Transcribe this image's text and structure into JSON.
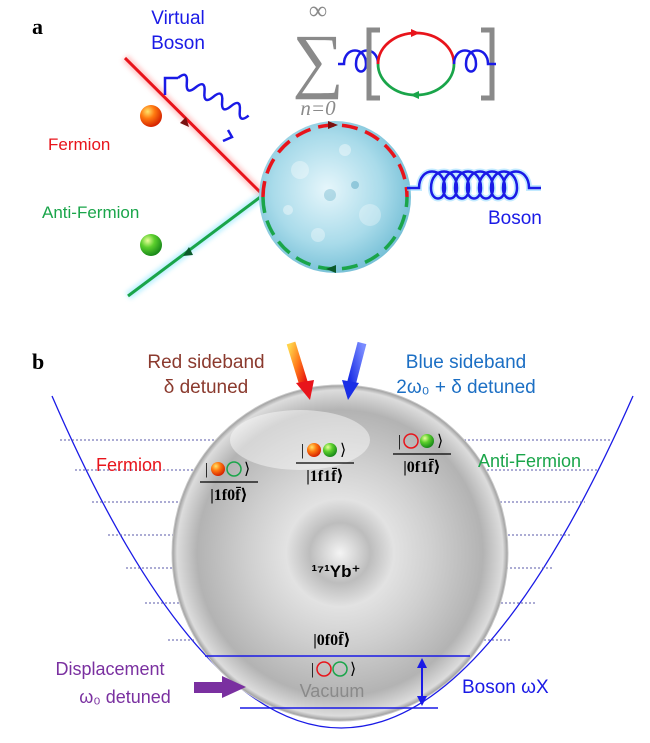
{
  "panel_a": {
    "label": "a",
    "virtual_boson_line1": "Virtual",
    "virtual_boson_line2": "Boson",
    "fermion": "Fermion",
    "anti_fermion": "Anti-Fermion",
    "boson": "Boson",
    "sum_upper": "∞",
    "sum_symbol": "∑",
    "sum_lower": "n=0"
  },
  "panel_b": {
    "label": "b",
    "red_sideband_line1": "Red sideband",
    "red_sideband_line2": "δ detuned",
    "blue_sideband_line1": "Blue sideband",
    "blue_sideband_line2": "2ω₀ + δ detuned",
    "fermion": "Fermion",
    "anti_fermion": "Anti-Fermion",
    "state_10": "|1f0f̄⟩",
    "state_11": "|1f1f̄⟩",
    "state_01": "|0f1f̄⟩",
    "state_00": "|0f0f̄⟩",
    "ion": "¹⁷¹Yb⁺",
    "vacuum": "Vacuum",
    "displacement_line1": "Displacement",
    "displacement_line2": "ω₀ detuned",
    "boson_omega": "Boson ωX"
  },
  "colors": {
    "red": "#e8141b",
    "green": "#1aa54a",
    "blue": "#1a1ae6",
    "purple": "#7a30a0",
    "brown": "#8b3a2e",
    "sky": "#1c6fc4",
    "gray": "#8a8a8a"
  }
}
